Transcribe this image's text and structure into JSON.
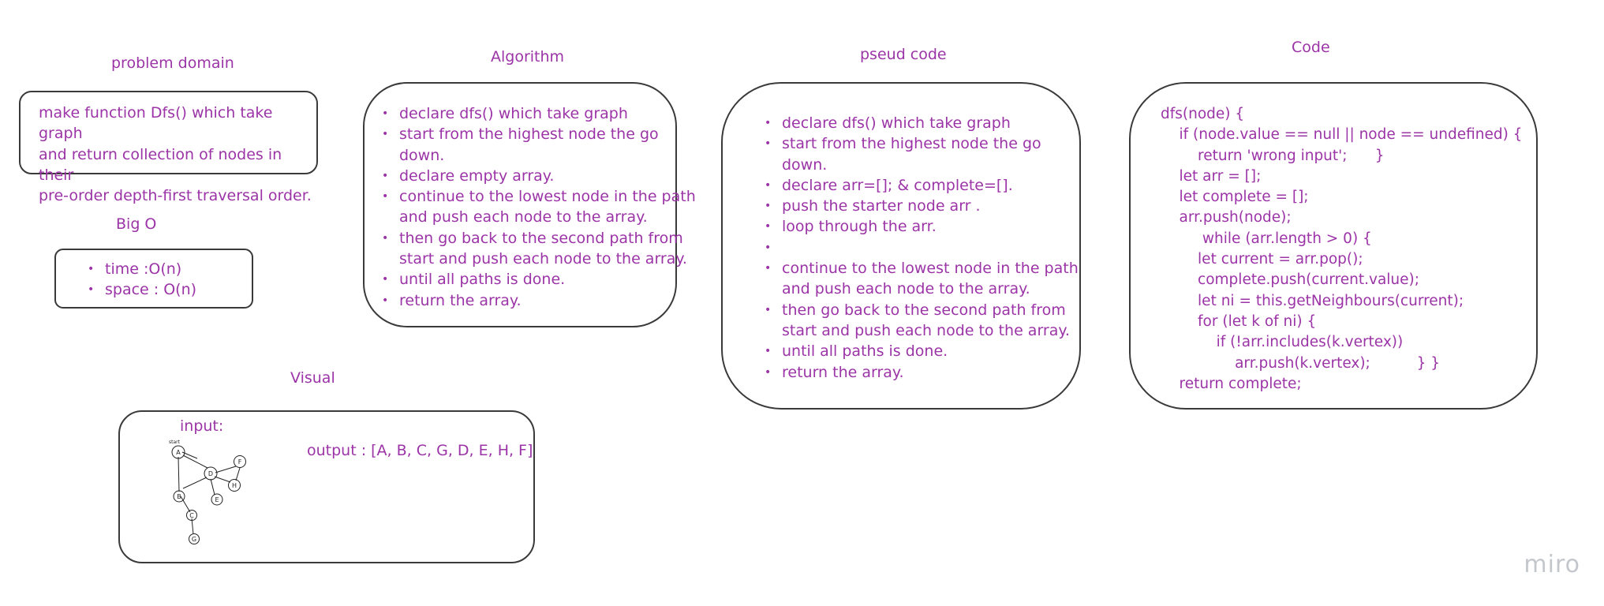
{
  "problem_domain": {
    "title": "problem domain",
    "lines": [
      "make function Dfs() which take graph",
      "and return collection of nodes in their",
      "pre-order depth-first traversal order."
    ]
  },
  "big_o": {
    "title": "Big O",
    "items": [
      "time :O(n)",
      "space : O(n)"
    ]
  },
  "algorithm": {
    "title": "Algorithm",
    "items": [
      [
        "declare dfs() which take graph"
      ],
      [
        "start from the highest node the go",
        "down."
      ],
      [
        "declare empty array."
      ],
      [
        "continue to the lowest node in the path",
        "and push each node to the array."
      ],
      [
        "then go back to the second path from",
        "start and push each node to the array."
      ],
      [
        "until all paths is done."
      ],
      [
        "return the array."
      ]
    ]
  },
  "pseudo": {
    "title": "pseud code",
    "items": [
      [
        "declare dfs() which take graph"
      ],
      [
        "start from the highest node the go",
        "down."
      ],
      [
        "declare  arr=[]; & complete=[]."
      ],
      [
        "push the starter node arr ."
      ],
      [
        "loop through the arr."
      ],
      [
        ""
      ],
      [
        "continue to the lowest node in the path",
        "and push each node to the array."
      ],
      [
        "then go back to the second path from",
        "start and push each node to the array."
      ],
      [
        "until all paths is done."
      ],
      [
        "return the array."
      ]
    ]
  },
  "code": {
    "title": "Code",
    "lines": [
      "dfs(node) {",
      "    if (node.value == null || node == undefined) {",
      "        return 'wrong input';      }",
      "    let arr = [];",
      "    let complete = [];",
      "    arr.push(node);",
      "         while (arr.length > 0) {",
      "        let current = arr.pop();",
      "        complete.push(current.value);",
      "        let ni = this.getNeighbours(current);",
      "        for (let k of ni) {",
      "            if (!arr.includes(k.vertex))",
      "                arr.push(k.vertex);          } }",
      "    return complete;"
    ]
  },
  "visual": {
    "title": "Visual",
    "input_label": "input:",
    "output_label": "output : [A, B, C, G, D, E, H, F]",
    "start_label": "start",
    "nodes": [
      "A",
      "D",
      "F",
      "H",
      "E",
      "B",
      "C",
      "G"
    ]
  },
  "watermark": "miro",
  "colors": {
    "text": "#9b34a6",
    "border": "#3a3a3a",
    "watermark": "#c3c7cc"
  }
}
